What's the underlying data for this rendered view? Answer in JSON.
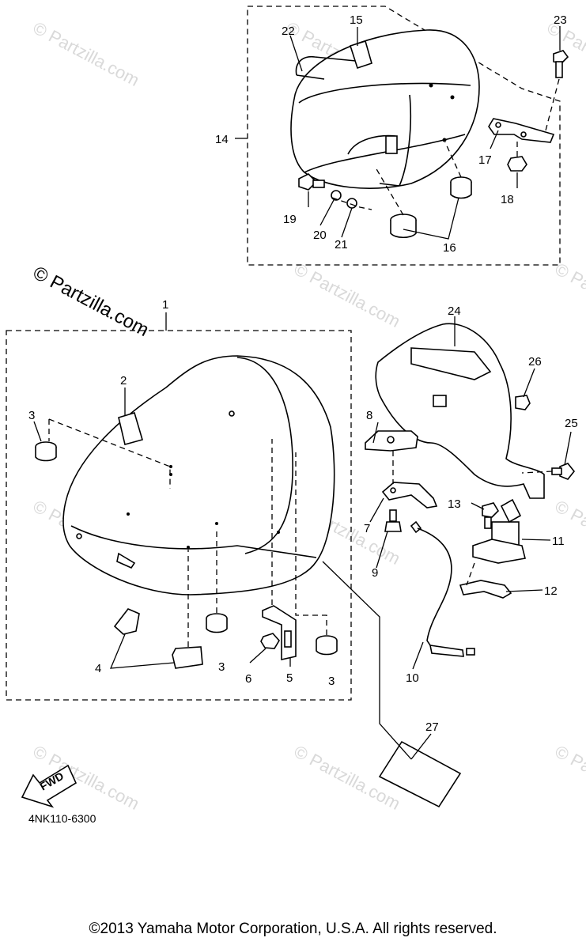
{
  "watermark": {
    "primary": "© Partzilla.com",
    "repeat": "© Partzilla.com"
  },
  "callouts": [
    "1",
    "2",
    "3",
    "3",
    "3",
    "3",
    "4",
    "5",
    "6",
    "7",
    "8",
    "9",
    "10",
    "11",
    "12",
    "13",
    "14",
    "15",
    "16",
    "17",
    "18",
    "19",
    "20",
    "21",
    "22",
    "23",
    "24",
    "25",
    "26",
    "27"
  ],
  "fwd_label": "FWD",
  "diagram_code": "4NK110-6300",
  "copyright": "©2013  Yamaha Motor Corporation, U.S.A. All rights reserved.",
  "colors": {
    "line": "#000000",
    "watermark": "#d9d9d9",
    "background": "#ffffff"
  }
}
